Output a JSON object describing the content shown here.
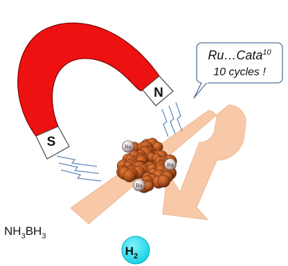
{
  "magnet": {
    "south_label": "S",
    "north_label": "N",
    "body_color": "#ee1111",
    "pole_color": "#ffffff"
  },
  "callout": {
    "line1_main": "Ru…Cata",
    "line1_sup": "10",
    "line2": "10 cycles !"
  },
  "reactant": {
    "base1": "NH",
    "sub1": "3",
    "base2": "BH",
    "sub2": "3"
  },
  "product": {
    "base": "H",
    "sub": "2",
    "bubble_color": "#22e0f0"
  },
  "catalyst": {
    "ru_label": "Ru",
    "particle_color": "#b0521c"
  },
  "arrow_color": "#f7c9a8"
}
